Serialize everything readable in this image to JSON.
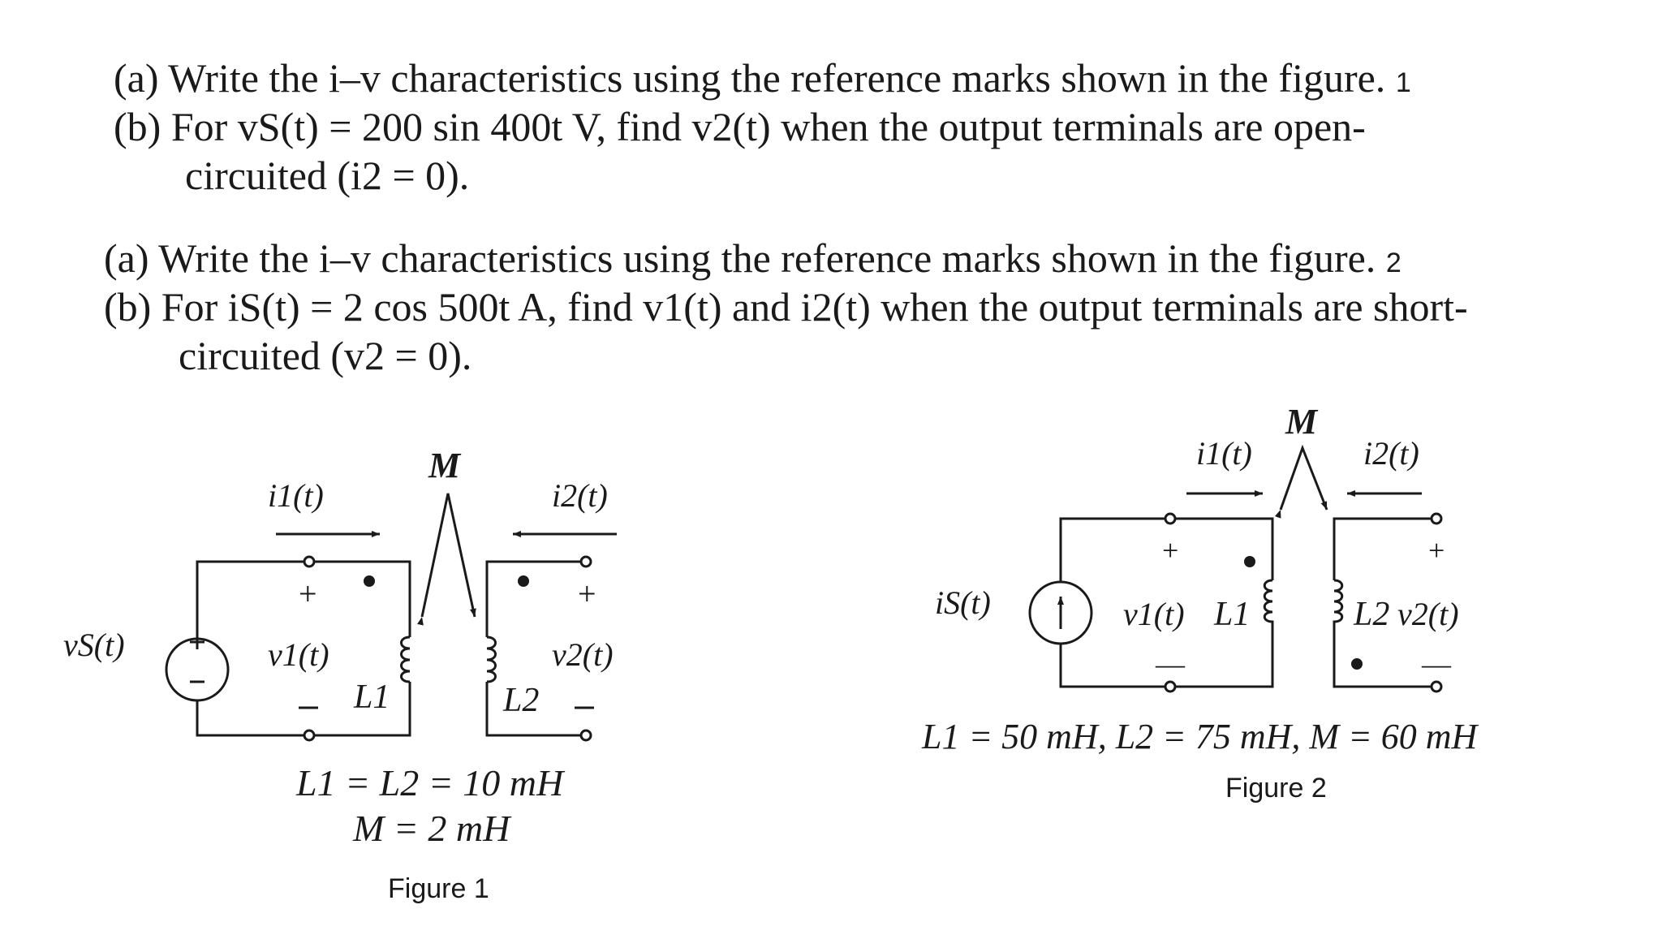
{
  "problem1": {
    "a_tag": "(a)",
    "a_text": "Write the i–v characteristics using the reference marks shown in the figure.",
    "a_num": "1",
    "b_tag": "(b)",
    "b_text": "For  vS(t) = 200 sin 400t V, find v2(t)  when  the  output  terminals  are  open-",
    "b_cont": "circuited (i2 = 0)."
  },
  "problem2": {
    "a_tag": "(a)",
    "a_text": "Write the i–v characteristics using the reference marks shown in the figure.",
    "a_num": "2",
    "b_tag": "(b)",
    "b_text": "For iS(t) = 2 cos 500t A, find v1(t) and i2(t) when the output terminals are short-",
    "b_cont": "circuited (v2 = 0)."
  },
  "figure1": {
    "caption": "Figure 1",
    "source_label": "vS(t)",
    "plus": "+",
    "minus": "–",
    "i1": "i1(t)",
    "i2": "i2(t)",
    "v1": "v1(t)",
    "v2": "v2(t)",
    "L1": "L1",
    "L2": "L2",
    "M": "M",
    "values_line1": "L1 = L2 = 10 mH",
    "values_line2": "M = 2 mH"
  },
  "figure2": {
    "caption": "Figure 2",
    "source_label": "iS(t)",
    "plus": "+",
    "minus": "—",
    "i1": "i1(t)",
    "i2": "i2(t)",
    "v1": "v1(t)",
    "v2": "v2(t)",
    "L1": "L1",
    "L2": "L2",
    "M": "M",
    "values": "L1 = 50 mH, L2 = 75 mH,  M = 60 mH"
  },
  "colors": {
    "ink": "#1a1a1a",
    "background": "#ffffff"
  }
}
